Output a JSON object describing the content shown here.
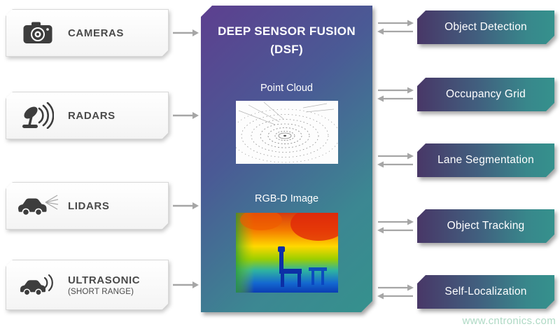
{
  "diagram": {
    "title_line1": "DEEP SENSOR FUSION",
    "title_line2": "(DSF)",
    "center": {
      "point_cloud_label": "Point Cloud",
      "rgbd_label": "RGB-D Image"
    },
    "inputs": [
      {
        "label": "CAMERAS",
        "icon": "camera-icon"
      },
      {
        "label": "RADARS",
        "icon": "radar-icon"
      },
      {
        "label": "LIDARS",
        "icon": "lidar-icon"
      },
      {
        "label": "ULTRASONIC",
        "sublabel": "(SHORT RANGE)",
        "icon": "ultrasonic-icon"
      }
    ],
    "outputs": [
      {
        "label": "Object Detection"
      },
      {
        "label": "Occupancy Grid"
      },
      {
        "label": "Lane Segmentation"
      },
      {
        "label": "Object Tracking"
      },
      {
        "label": "Self-Localization"
      }
    ],
    "watermark": "www.cntronics.com",
    "colors": {
      "panel_gradient_start": "#5d3f8f",
      "panel_gradient_end": "#35918d",
      "output_gradient_start": "#483767",
      "output_gradient_end": "#35918d",
      "arrow": "#a6a6a6",
      "input_text": "#4a4a4a",
      "watermark_text": "#aed9c4"
    }
  }
}
